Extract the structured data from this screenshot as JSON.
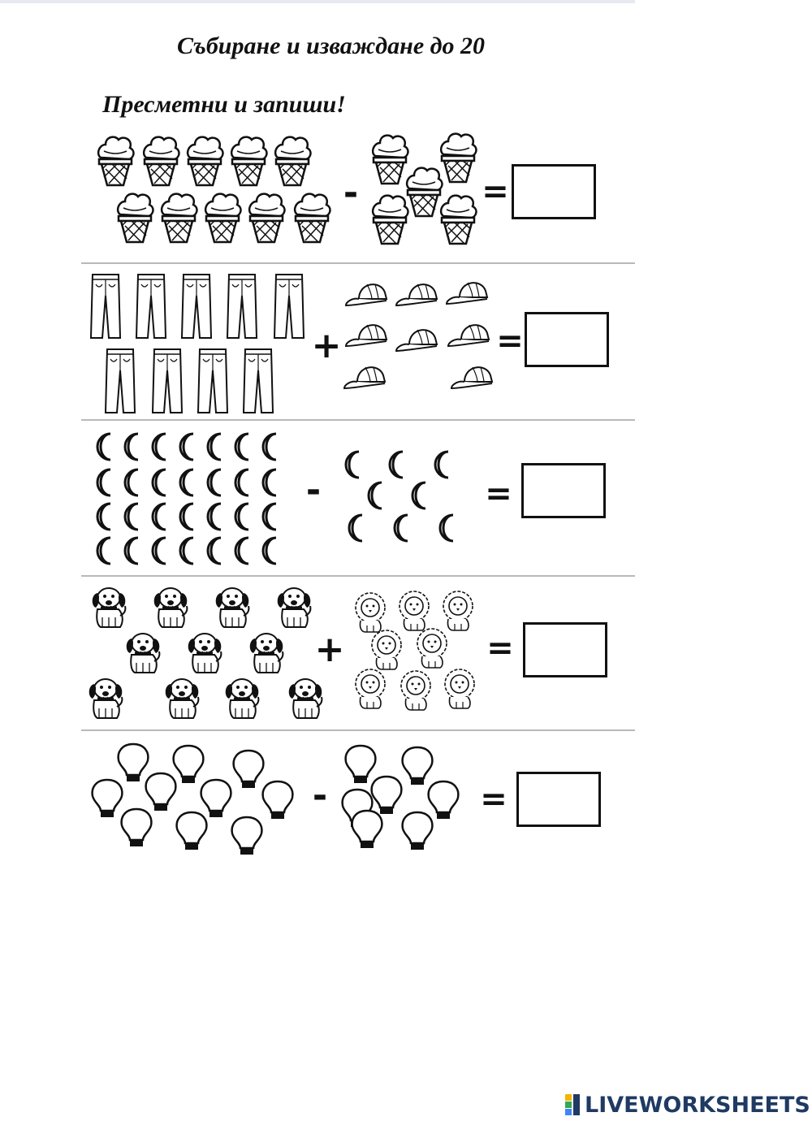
{
  "worksheet": {
    "title": "Събиране и изваждане до 20",
    "instruction": "Пресметни и запиши!"
  },
  "exercises": [
    {
      "left_items": "ice-cream",
      "left_count": 10,
      "operator": "-",
      "right_items": "ice-cream",
      "right_count": 5,
      "equals": "=",
      "answer": ""
    },
    {
      "left_items": "pants",
      "left_count": 9,
      "operator": "+",
      "right_items": "cap",
      "right_count": 8,
      "equals": "=",
      "answer": ""
    },
    {
      "left_items": "moon",
      "left_count": 28,
      "operator": "-",
      "right_items": "moon",
      "right_count": 8,
      "equals": "=",
      "answer": ""
    },
    {
      "left_items": "dog",
      "left_count": 11,
      "operator": "+",
      "right_items": "lion",
      "right_count": 8,
      "equals": "=",
      "answer": ""
    },
    {
      "left_items": "light-bulb",
      "left_count": 10,
      "operator": "-",
      "right_items": "light-bulb",
      "right_count": 7,
      "equals": "=",
      "answer": ""
    }
  ],
  "branding": {
    "logo_text": "LIVEWORKSHEETS",
    "logo_color": "#1f3a63"
  }
}
